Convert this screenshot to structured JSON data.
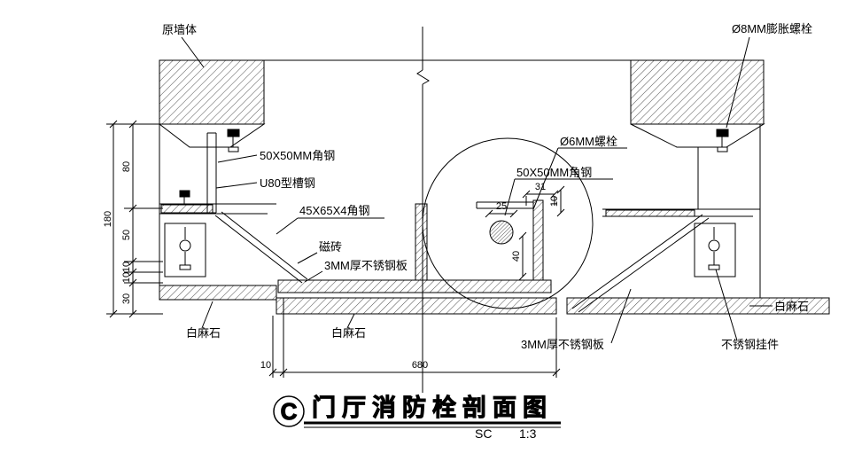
{
  "annotations": {
    "original_wall": "原墙体",
    "expansion_bolt_8mm": "Ø8MM膨胀螺栓",
    "angle_steel_50_left": "50X50MM角钢",
    "u80_channel": "U80型槽钢",
    "angle_steel_45x65x4": "45X65X4角钢",
    "ceramic_tile": "磁砖",
    "stainless_plate_left": "3MM厚不锈钢板",
    "bolt_6mm": "Ø6MM螺栓",
    "angle_steel_50_center": "50X50MM角钢",
    "granite_left": "白麻石",
    "granite_center": "白麻石",
    "granite_right": "白麻石",
    "stainless_plate_bottom": "3MM厚不锈钢板",
    "stainless_hanger": "不锈钢挂件"
  },
  "dimensions": {
    "left_chain": {
      "total": "180",
      "segments": [
        "80",
        "50",
        "10",
        "10",
        "30"
      ]
    },
    "center": {
      "d31": "31",
      "d25": "25",
      "d40": "40",
      "d10": "10"
    },
    "bottom_chain": {
      "d10": "10",
      "d680": "680"
    }
  },
  "title_block": {
    "detail_letter": "C",
    "title": "门厅消防栓剖面图",
    "scale_label": "SC",
    "scale_value": "1:3"
  }
}
